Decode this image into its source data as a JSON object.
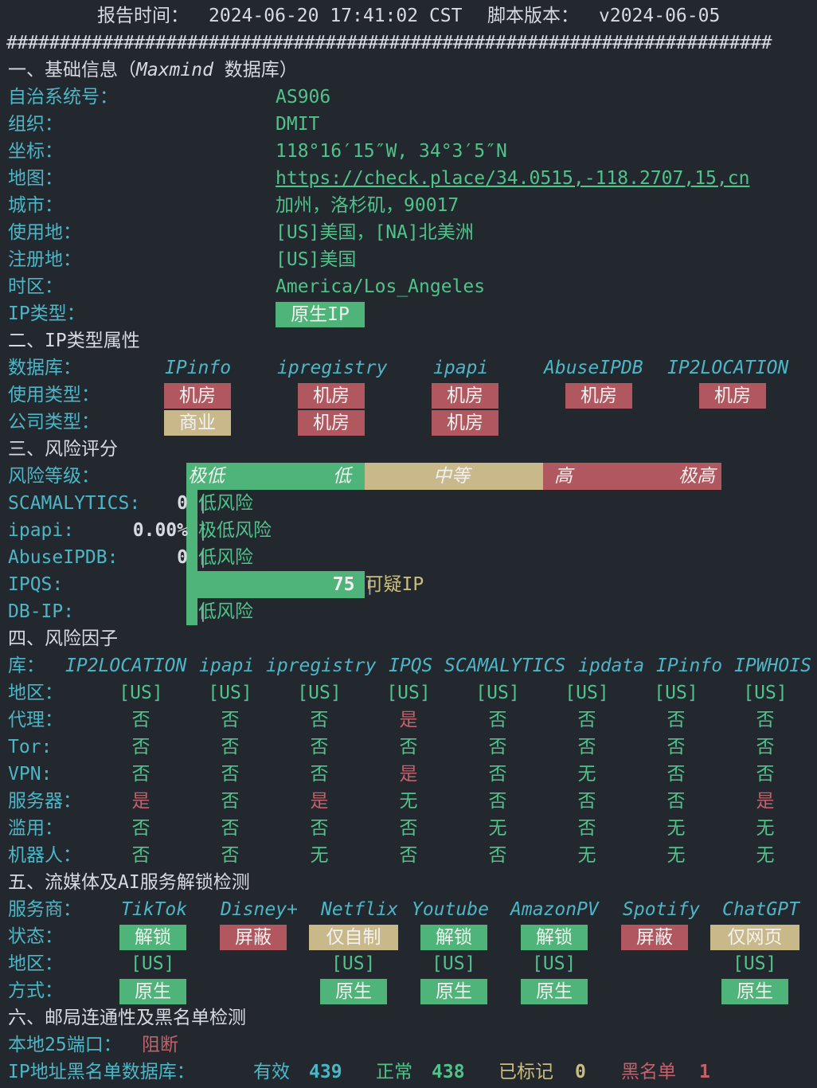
{
  "header": {
    "report_label": "报告时间：",
    "report_time": "2024-06-20 17:41:02 CST",
    "version_label": "脚本版本：",
    "version": "v2024-06-05",
    "divider": "########################################################################"
  },
  "basic": {
    "title": "一、基础信息（",
    "title_db": "Maxmind",
    "title_end": " 数据库）",
    "rows": [
      {
        "label": "自治系统号：",
        "value": "AS906"
      },
      {
        "label": "组织：",
        "value": "DMIT"
      },
      {
        "label": "坐标：",
        "value": "118°16′15″W, 34°3′5″N"
      },
      {
        "label": "地图：",
        "value": "https://check.place/34.0515,-118.2707,15,cn"
      },
      {
        "label": "城市：",
        "value": "加州，洛杉矶，90017"
      },
      {
        "label": "使用地：",
        "value": "[US]美国，[NA]北美洲"
      },
      {
        "label": "注册地：",
        "value": "[US]美国"
      },
      {
        "label": "时区：",
        "value": "America/Los_Angeles"
      }
    ],
    "ip_type_label": "IP类型：",
    "ip_type": "原生IP"
  },
  "ip_type_attr": {
    "title": "二、IP类型属性",
    "db_label": "数据库：",
    "dbs": [
      "IPinfo",
      "ipregistry",
      "ipapi",
      "AbuseIPDB",
      "IP2LOCATION"
    ],
    "usage_label": "使用类型：",
    "usage": [
      "机房",
      "机房",
      "机房",
      "机房",
      "机房"
    ],
    "company_label": "公司类型：",
    "company": [
      "商业",
      "机房",
      "机房"
    ]
  },
  "risk": {
    "title": "三、风险评分",
    "level_label": "风险等级：",
    "levels": [
      "极低",
      "低",
      "中等",
      "高",
      "极高"
    ],
    "items": [
      {
        "label": "SCAMALYTICS:",
        "score": "0",
        "text": "低风险",
        "fraction": 0.0
      },
      {
        "label": "ipapi:",
        "score": "0.00%",
        "text": "极低风险",
        "fraction": 0.0
      },
      {
        "label": "AbuseIPDB:",
        "score": "0",
        "text": "低风险",
        "fraction": 0.0
      },
      {
        "label": "IPQS:",
        "score": "75",
        "text": "可疑IP",
        "fraction": 0.75
      },
      {
        "label": "DB-IP:",
        "score": "",
        "text": "低风险",
        "fraction": 0.0
      }
    ],
    "colors": {
      "green": "#4fb47a",
      "yellow": "#c9b98a",
      "red": "#b0575f"
    }
  },
  "factors": {
    "title": "四、风险因子",
    "lib_label": "库：",
    "dbs": [
      "IP2LOCATION",
      "ipapi",
      "ipregistry",
      "IPQS",
      "SCAMALYTICS",
      "ipdata",
      "IPinfo",
      "IPWHOIS"
    ],
    "rows": [
      {
        "label": "地区：",
        "values": [
          "[US]",
          "[US]",
          "[US]",
          "[US]",
          "[US]",
          "[US]",
          "[US]",
          "[US]"
        ]
      },
      {
        "label": "代理：",
        "values": [
          "否",
          "否",
          "否",
          "是",
          "否",
          "否",
          "否",
          "否"
        ]
      },
      {
        "label": "Tor:",
        "values": [
          "否",
          "否",
          "否",
          "否",
          "否",
          "否",
          "否",
          "否"
        ]
      },
      {
        "label": "VPN:",
        "values": [
          "否",
          "否",
          "否",
          "是",
          "否",
          "无",
          "否",
          "否"
        ]
      },
      {
        "label": "服务器：",
        "values": [
          "是",
          "否",
          "是",
          "无",
          "否",
          "否",
          "否",
          "是"
        ]
      },
      {
        "label": "滥用：",
        "values": [
          "否",
          "否",
          "否",
          "否",
          "无",
          "否",
          "无",
          "无"
        ]
      },
      {
        "label": "机器人：",
        "values": [
          "否",
          "否",
          "无",
          "否",
          "否",
          "无",
          "无",
          "无"
        ]
      }
    ]
  },
  "streaming": {
    "title": "五、流媒体及AI服务解锁检测",
    "provider_label": "服务商：",
    "providers": [
      "TikTok",
      "Disney+",
      "Netflix",
      "Youtube",
      "AmazonPV",
      "Spotify",
      "ChatGPT"
    ],
    "status_label": "状态：",
    "status": [
      "解锁",
      "屏蔽",
      "仅自制",
      "解锁",
      "解锁",
      "屏蔽",
      "仅网页"
    ],
    "region_label": "地区：",
    "regions": [
      "[US]",
      "",
      "[US]",
      "[US]",
      "[US]",
      "",
      "[US]"
    ],
    "method_label": "方式：",
    "methods": [
      "原生",
      "",
      "原生",
      "原生",
      "原生",
      "",
      "原生"
    ]
  },
  "mail": {
    "title": "六、邮局连通性及黑名单检测",
    "port_label": "本地25端口：",
    "port_status": "阻断",
    "bl_label": "IP地址黑名单数据库：",
    "valid_label": "有效",
    "valid": "439",
    "normal_label": "正常",
    "normal": "438",
    "marked_label": "已标记",
    "marked": "0",
    "black_label": "黑名单",
    "black": "1"
  }
}
